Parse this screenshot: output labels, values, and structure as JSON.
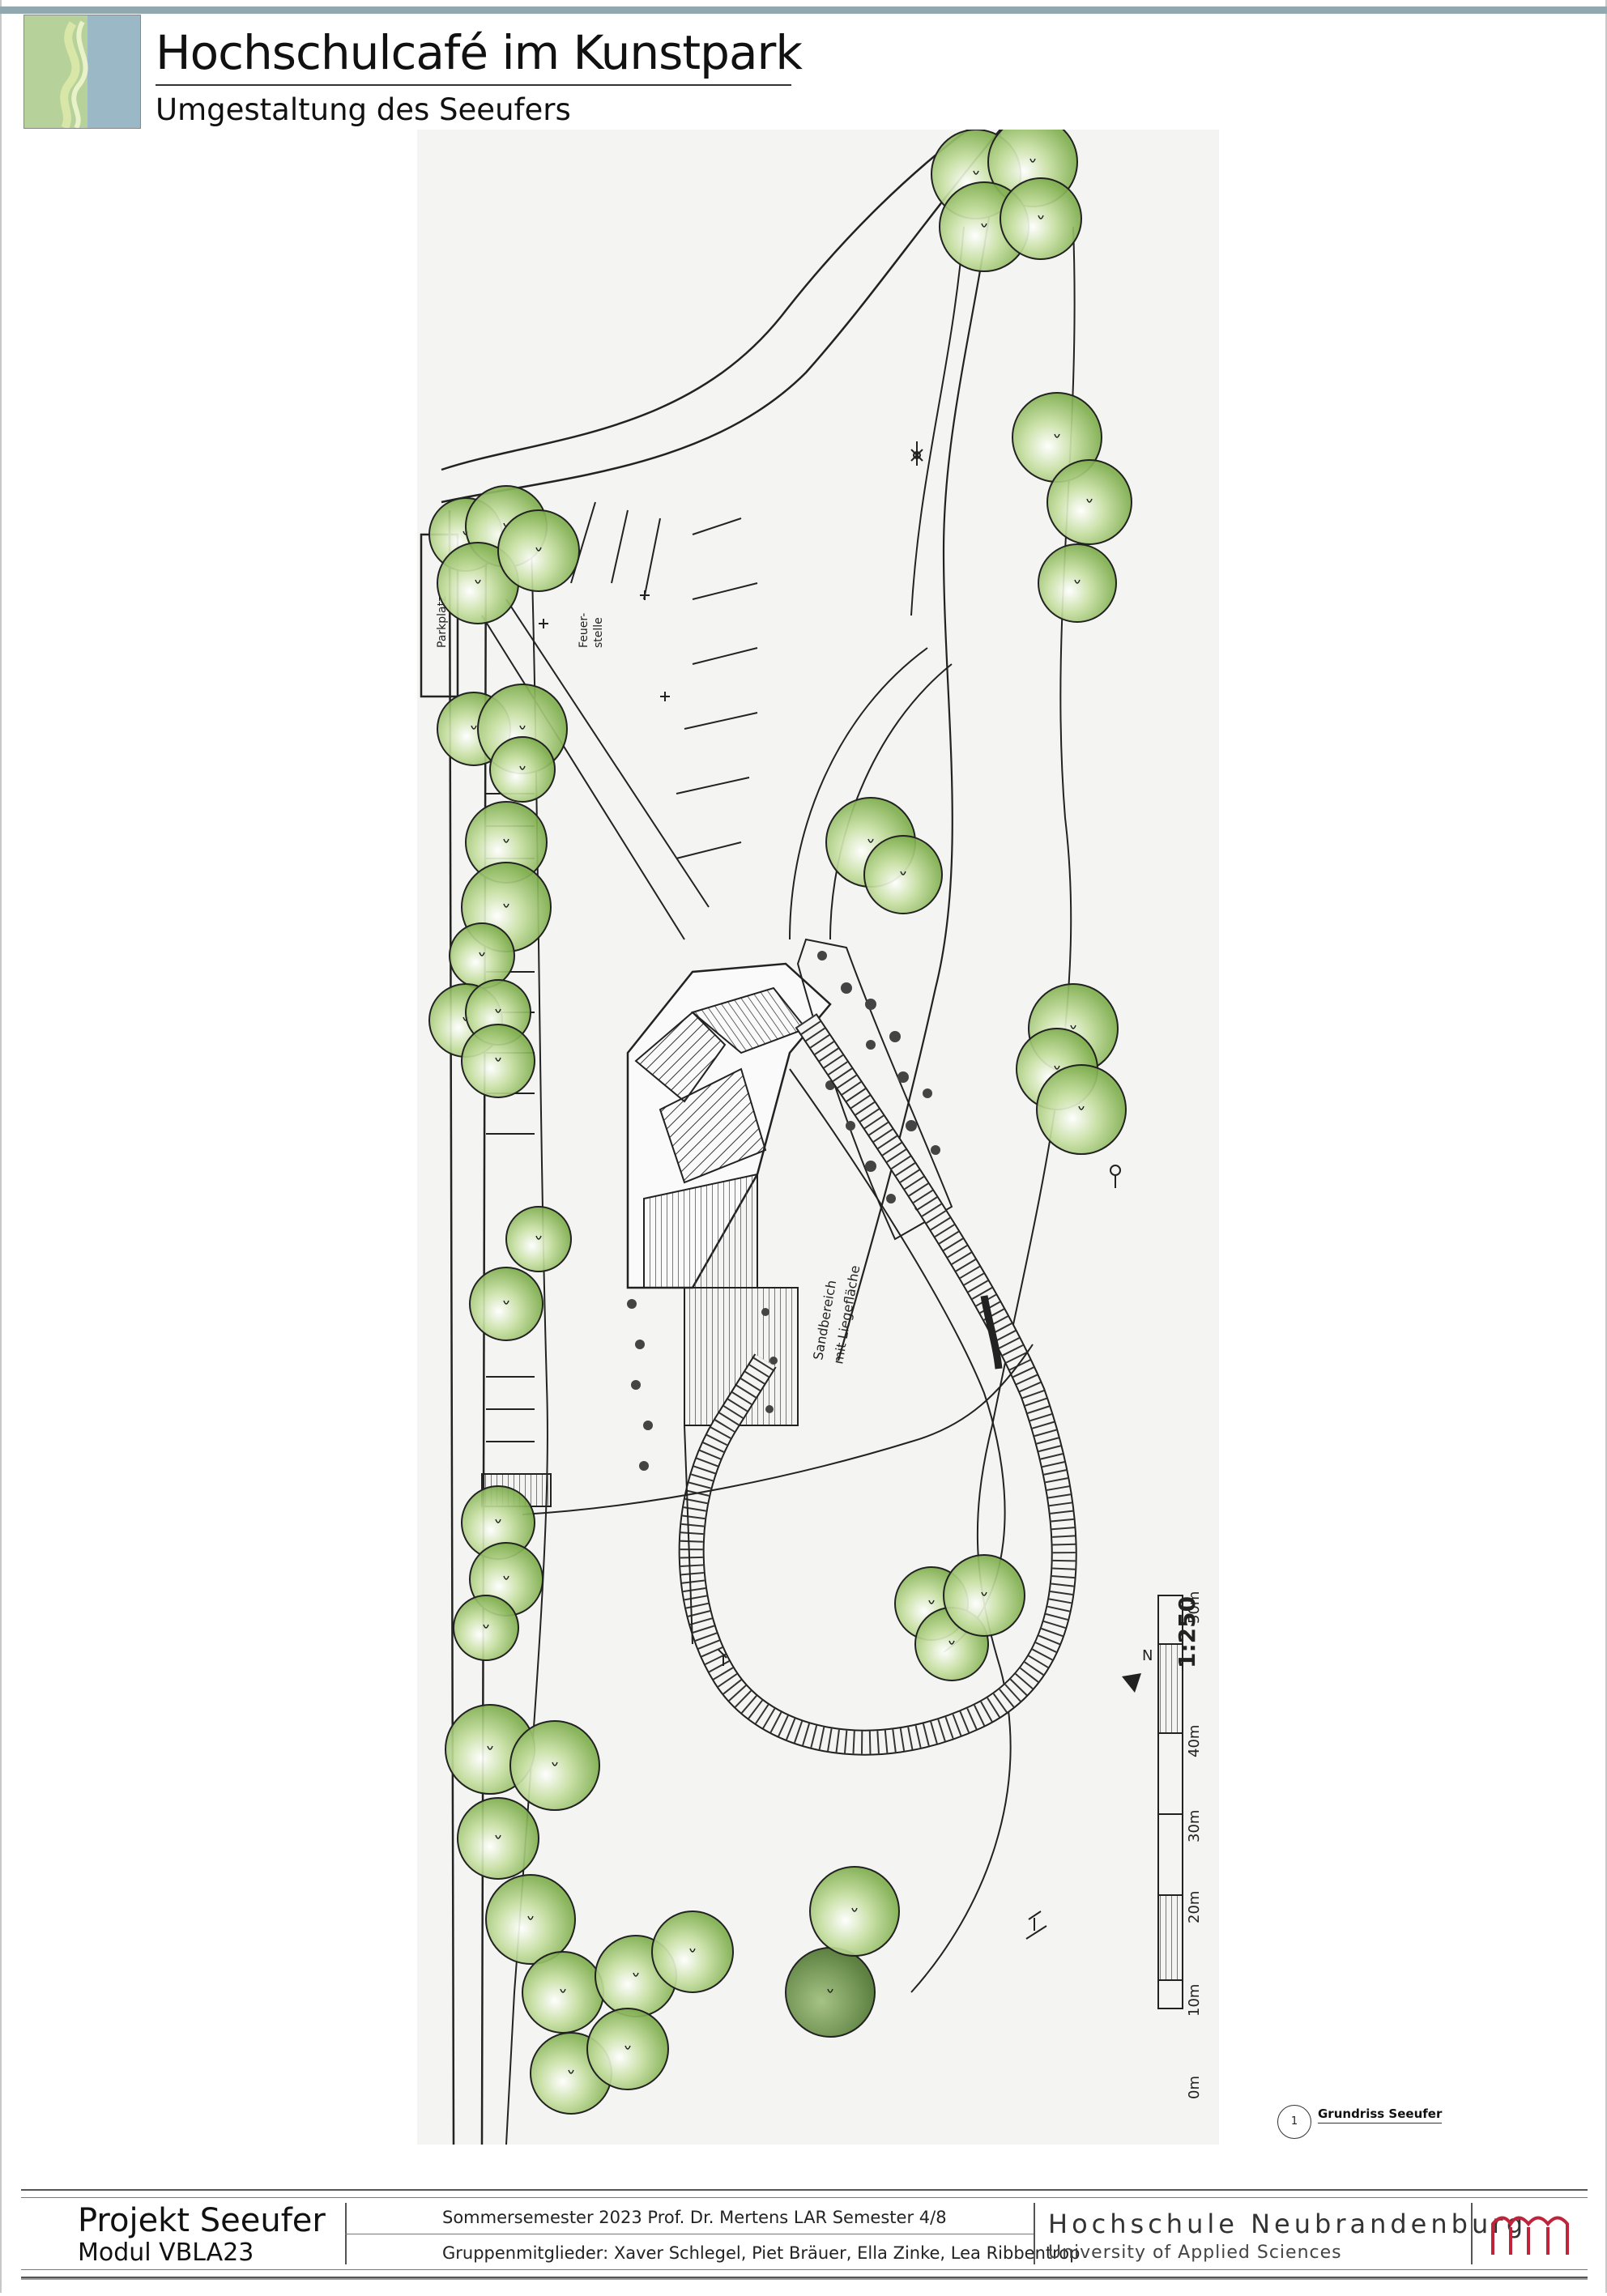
{
  "header": {
    "title": "Hochschulcafé im Kunstpark",
    "subtitle": "Umgestaltung des Seeufers"
  },
  "plan": {
    "labels": {
      "parking": "Parkplatz",
      "fire_pit_line1": "Feuer-",
      "fire_pit_line2": "stelle",
      "sand_area_line1": "Sandbereich",
      "sand_area_line2": "mit Liegefläche"
    },
    "scale": {
      "ratio": "1:250",
      "north": "N",
      "ticks": [
        "0m",
        "10m",
        "20m",
        "30m",
        "40m",
        "50m"
      ]
    },
    "colors": {
      "tree_fill": "#8bbd55",
      "tree_fill_dark": "#5e8a3a",
      "ink": "#1e1e1e"
    }
  },
  "caption": {
    "number": "1",
    "label": "Grundriss Seeufer"
  },
  "footer": {
    "project": "Projekt Seeufer",
    "module": "Modul VBLA23",
    "info_line1": "Sommersemester 2023    Prof. Dr. Mertens    LAR Semester 4/8",
    "info_line2": "Gruppenmitglieder: Xaver Schlegel, Piet Bräuer, Ella Zinke, Lea Ribbentrop",
    "university": "Hochschule Neubrandenburg",
    "university_sub": "University of Applied Sciences",
    "logo_color": "#c0243a"
  }
}
